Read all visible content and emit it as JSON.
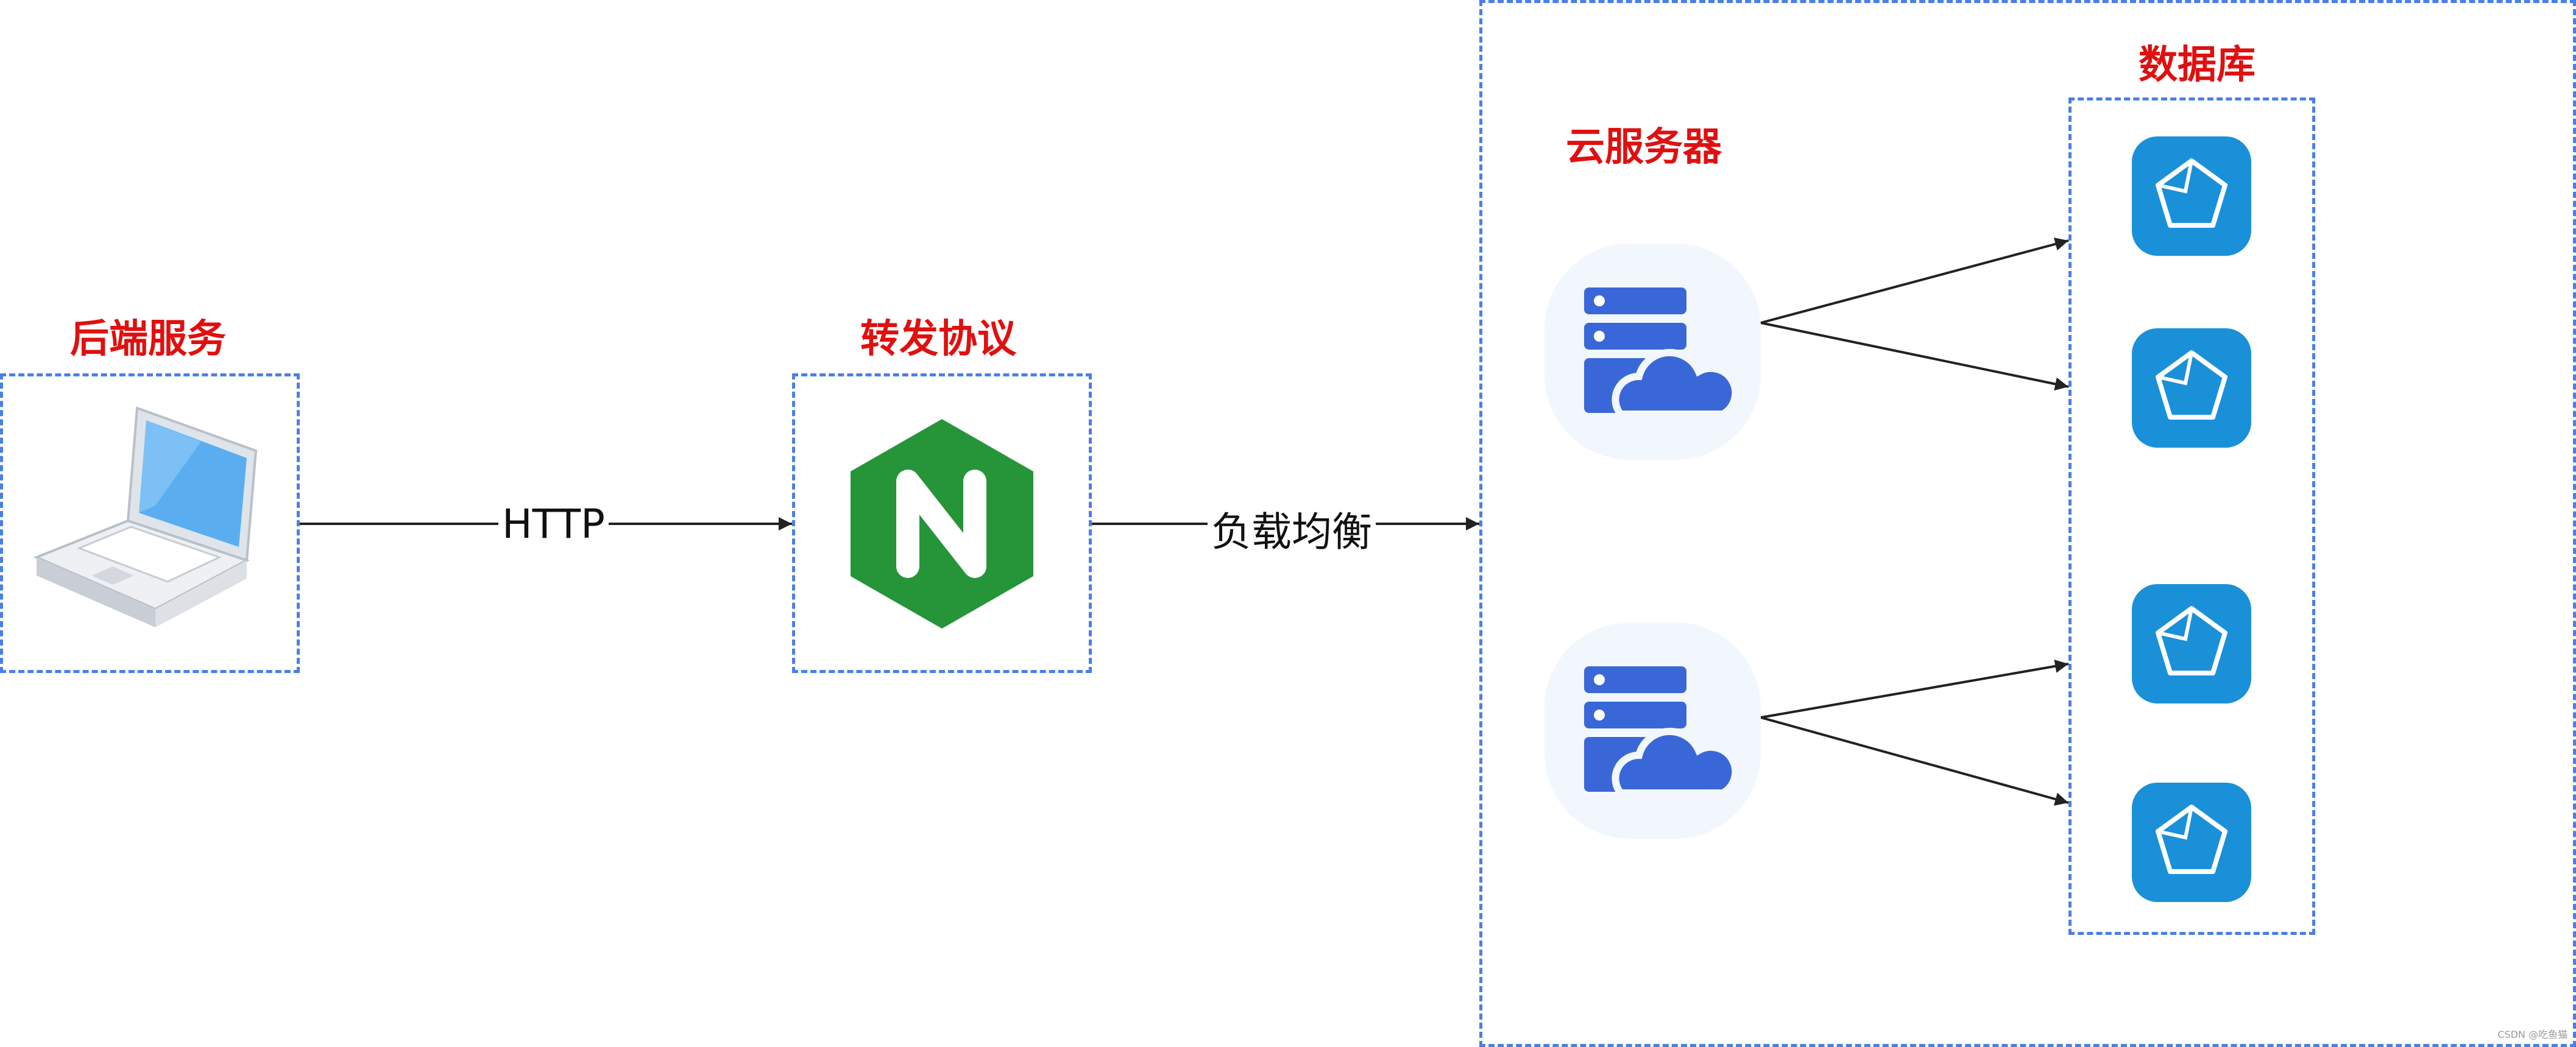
{
  "labels": {
    "backend": "后端服务",
    "protocol": "转发协议",
    "cloud": "云服务器",
    "database": "数据库"
  },
  "edges": {
    "http": "HTTP",
    "load_balance": "负载均衡"
  },
  "watermark": "CSDN @吃鱼猫",
  "colors": {
    "title_red": "#e01010",
    "dash_blue": "#4a7fe8",
    "nginx_green": "#269539",
    "server_blue": "#3a67d8",
    "db_blue": "#1a90d9"
  },
  "icons": [
    "laptop-icon",
    "nginx-icon",
    "cloud-server-icon",
    "database-icon"
  ]
}
